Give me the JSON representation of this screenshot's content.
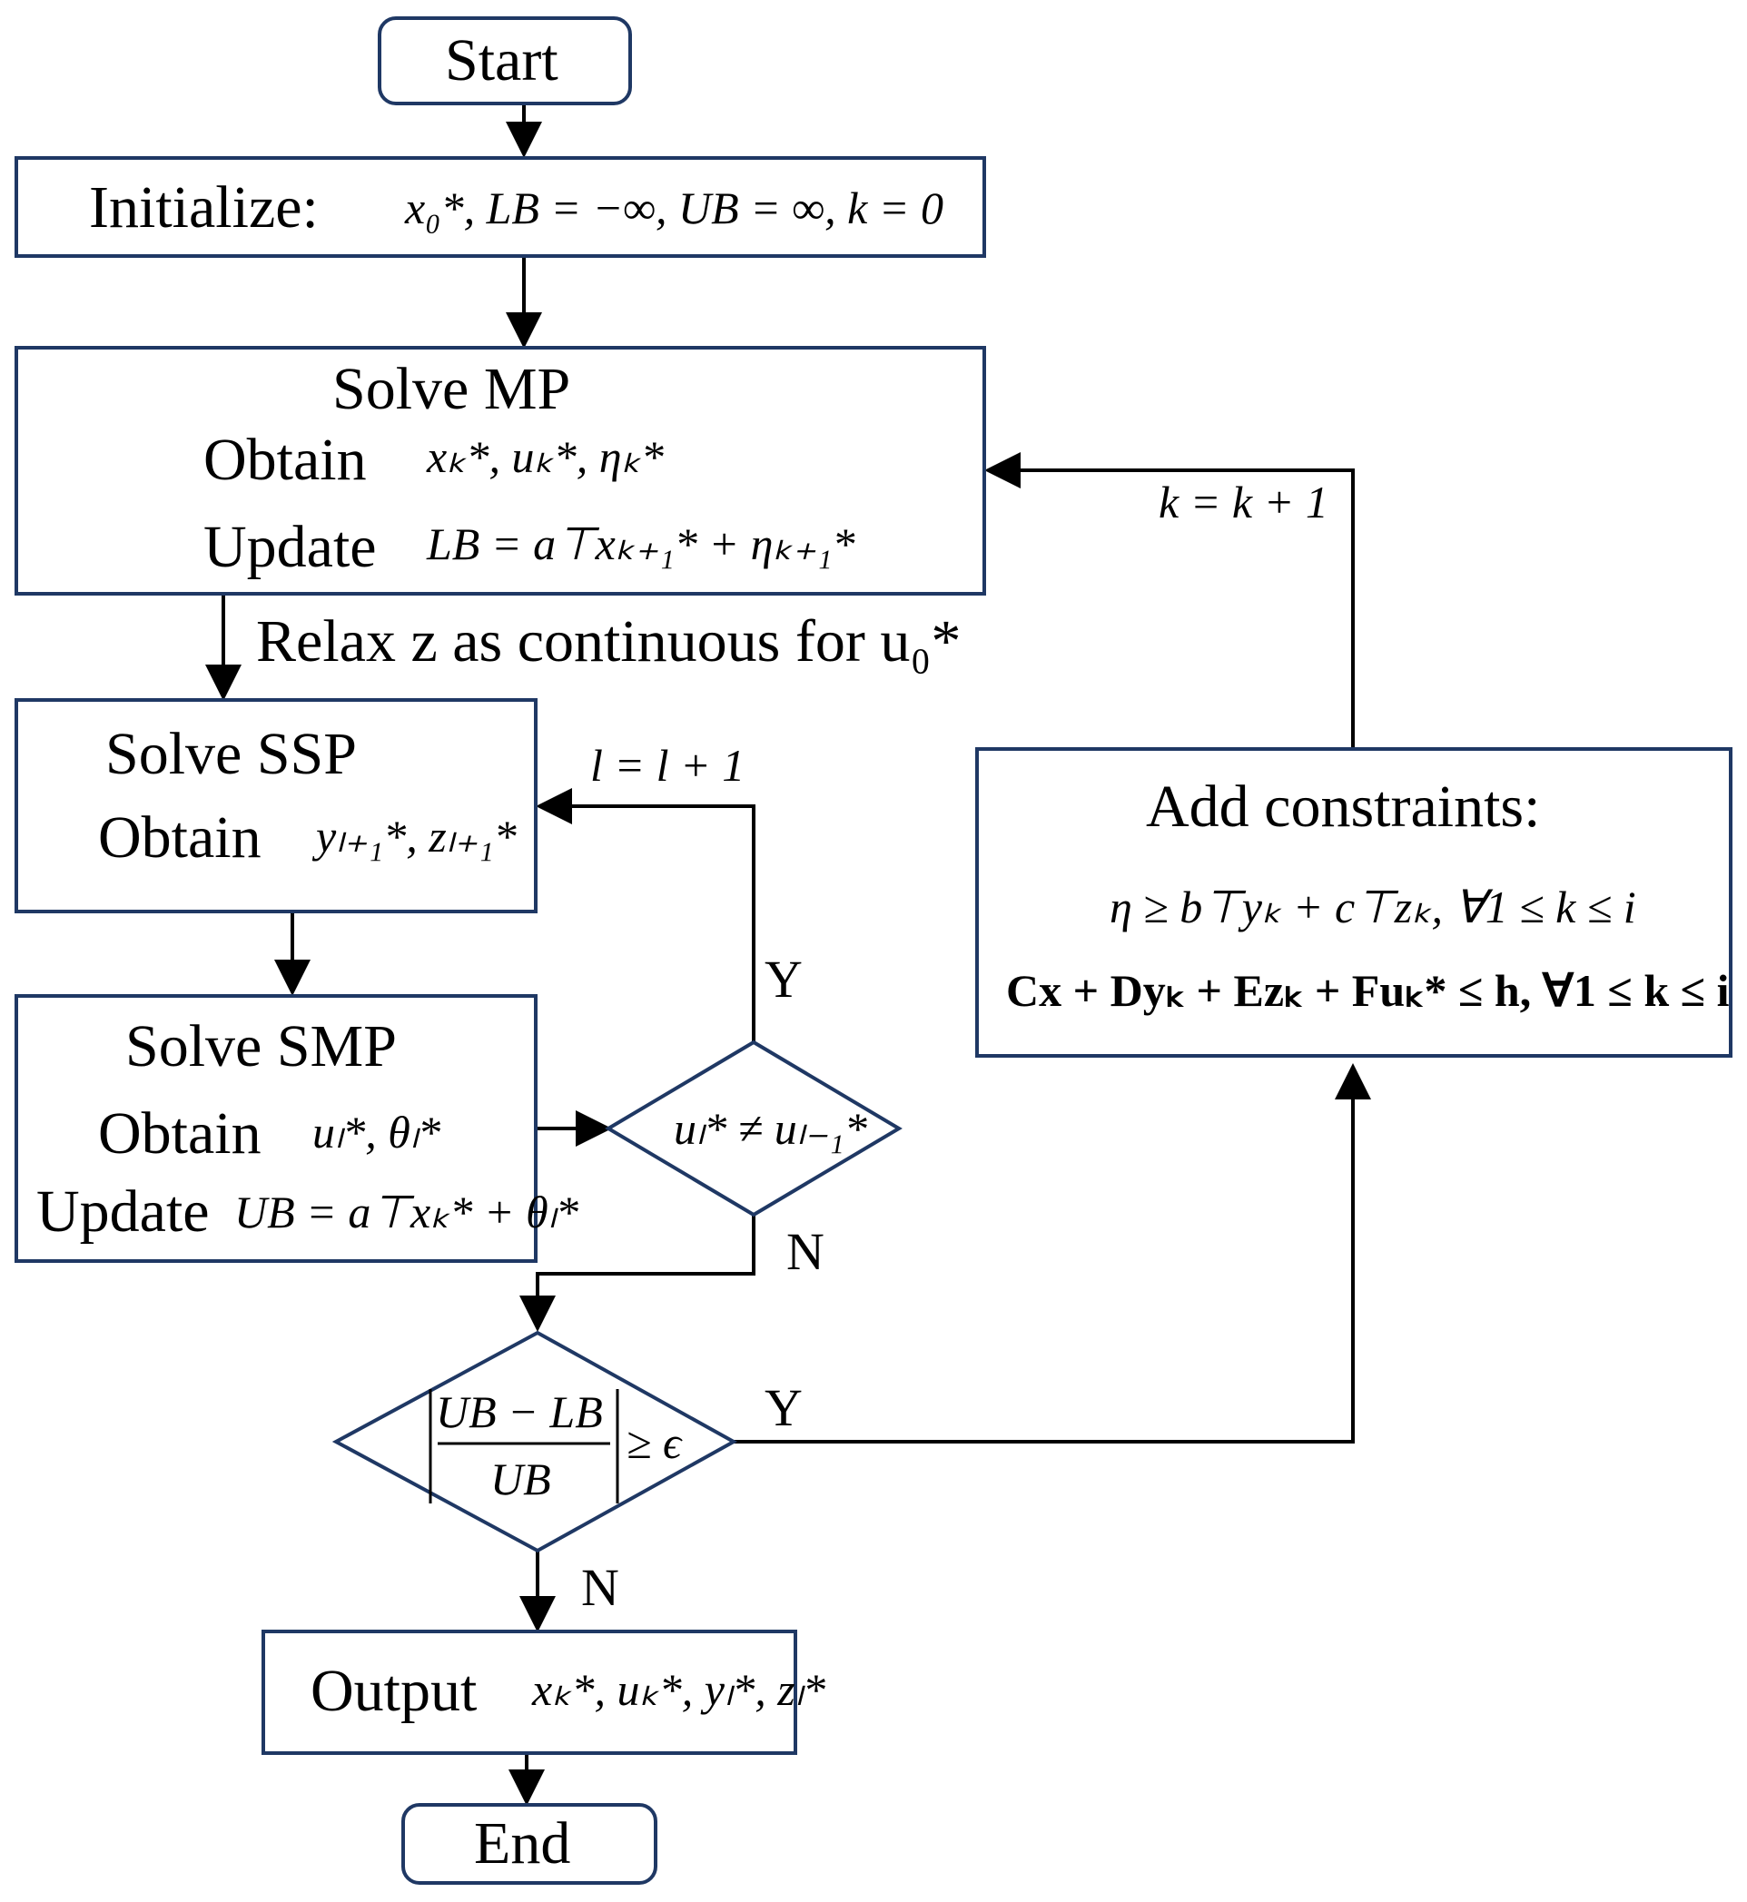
{
  "nodes": {
    "start": "Start",
    "init_label": "Initialize:",
    "init_expr": "x₀*, LB = −∞, UB = ∞, k = 0",
    "mp_title": "Solve MP",
    "mp_obtain_label": "Obtain",
    "mp_obtain_expr": "xₖ*, uₖ*, ηₖ*",
    "mp_update_label": "Update",
    "mp_update_expr": "LB = a⊤xₖ₊₁* + ηₖ₊₁*",
    "relax_note": "Relax z as continuous for u₀*",
    "ssp_title": "Solve SSP",
    "ssp_obtain_label": "Obtain",
    "ssp_obtain_expr": "yₗ₊₁*, zₗ₊₁*",
    "smp_title": "Solve SMP",
    "smp_obtain_label": "Obtain",
    "smp_obtain_expr": "uₗ*, θₗ*",
    "smp_update_label": "Update",
    "smp_update_expr": "UB = a⊤xₖ* + θₗ*",
    "decision1": "uₗ* ≠ uₗ₋₁*",
    "decision2_num": "UB − LB",
    "decision2_den": "UB",
    "decision2_rel": "≥ ϵ",
    "output_label": "Output",
    "output_expr": "xₖ*, uₖ*, yₗ*, zₗ*",
    "end": "End",
    "add_title": "Add constraints:",
    "add_line1": "η ≥ b⊤yₖ + c⊤zₖ, ∀1 ≤ k ≤ i",
    "add_line2": "Cx + Dyₖ + Ezₖ + Fuₖ* ≤ h, ∀1 ≤ k ≤ i"
  },
  "edges": {
    "k_update": "k = k + 1",
    "l_update": "l = l + 1",
    "d1_yes": "Y",
    "d1_no": "N",
    "d2_yes": "Y",
    "d2_no": "N"
  },
  "colors": {
    "box_border": "#1f3864",
    "line": "#000000"
  }
}
